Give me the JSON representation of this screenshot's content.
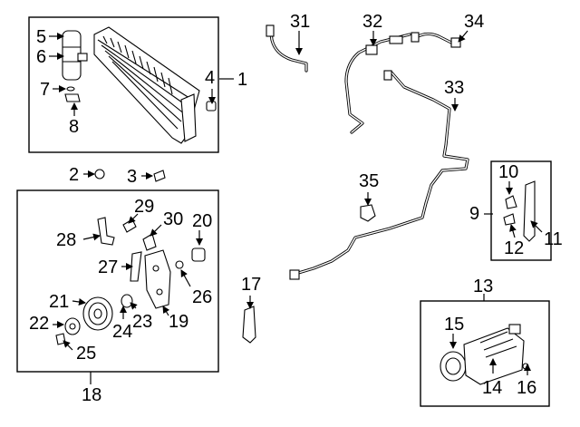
{
  "callouts": {
    "c1": "1",
    "c2": "2",
    "c3": "3",
    "c4": "4",
    "c5": "5",
    "c6": "6",
    "c7": "7",
    "c8": "8",
    "c9": "9",
    "c10": "10",
    "c11": "11",
    "c12": "12",
    "c13": "13",
    "c14": "14",
    "c15": "15",
    "c16": "16",
    "c17": "17",
    "c18": "18",
    "c19": "19",
    "c20": "20",
    "c21": "21",
    "c22": "22",
    "c23": "23",
    "c24": "24",
    "c25": "25",
    "c26": "26",
    "c27": "27",
    "c28": "28",
    "c29": "29",
    "c30": "30",
    "c31": "31",
    "c32": "32",
    "c33": "33",
    "c34": "34",
    "c35": "35"
  }
}
